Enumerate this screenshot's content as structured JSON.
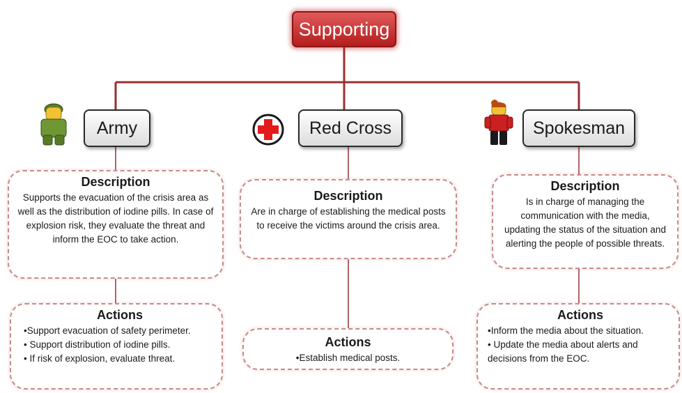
{
  "root": {
    "label": "Supporting"
  },
  "columns": [
    {
      "name": "Army",
      "icon": "soldier-icon",
      "description_title": "Description",
      "description": "Supports the evacuation of the crisis area as well as the distribution of iodine pills. In case of explosion risk, they evaluate the threat and inform the EOC to take action.",
      "actions_title": "Actions",
      "actions": [
        "•Support evacuation of safety perimeter.",
        "• Support distribution of iodine pills.",
        "• If risk of explosion, evaluate threat."
      ]
    },
    {
      "name": "Red Cross",
      "icon": "red-cross-icon",
      "description_title": "Description",
      "description": "Are in charge of establishing the medical posts to receive the victims around the crisis area.",
      "actions_title": "Actions",
      "actions": [
        "•Establish medical posts."
      ]
    },
    {
      "name": "Spokesman",
      "icon": "spokesman-icon",
      "description_title": "Description",
      "description": "Is in charge of managing the communication with the media, updating the status of the situation and alerting the people of possible threats.",
      "actions_title": "Actions",
      "actions": [
        "•Inform the media about the situation.",
        "• Update the media about alerts and decisions from the EOC."
      ]
    }
  ],
  "colors": {
    "root_fill": "#c0282b",
    "connector": "#9b2f2f",
    "card_border": "#c98a8a"
  }
}
